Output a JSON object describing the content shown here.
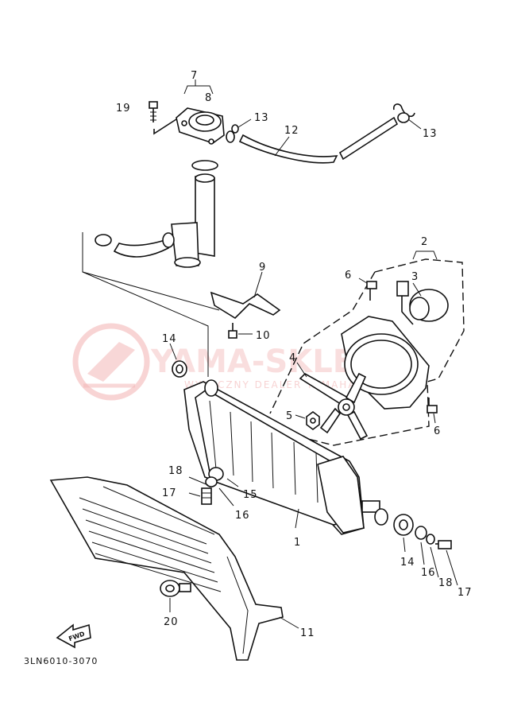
{
  "diagram": {
    "code": "3LN6010-3070",
    "fwd_label": "FWD",
    "watermark": {
      "main": "YAMA-SKLEP.PL",
      "sub": "WYŁĄCZNY DEALER YAMAHA"
    },
    "callouts": [
      "1",
      "2",
      "3",
      "4",
      "5",
      "6",
      "6",
      "7",
      "8",
      "9",
      "10",
      "11",
      "12",
      "13",
      "13",
      "14",
      "14",
      "15",
      "16",
      "16",
      "17",
      "17",
      "18",
      "18",
      "19",
      "20"
    ]
  }
}
